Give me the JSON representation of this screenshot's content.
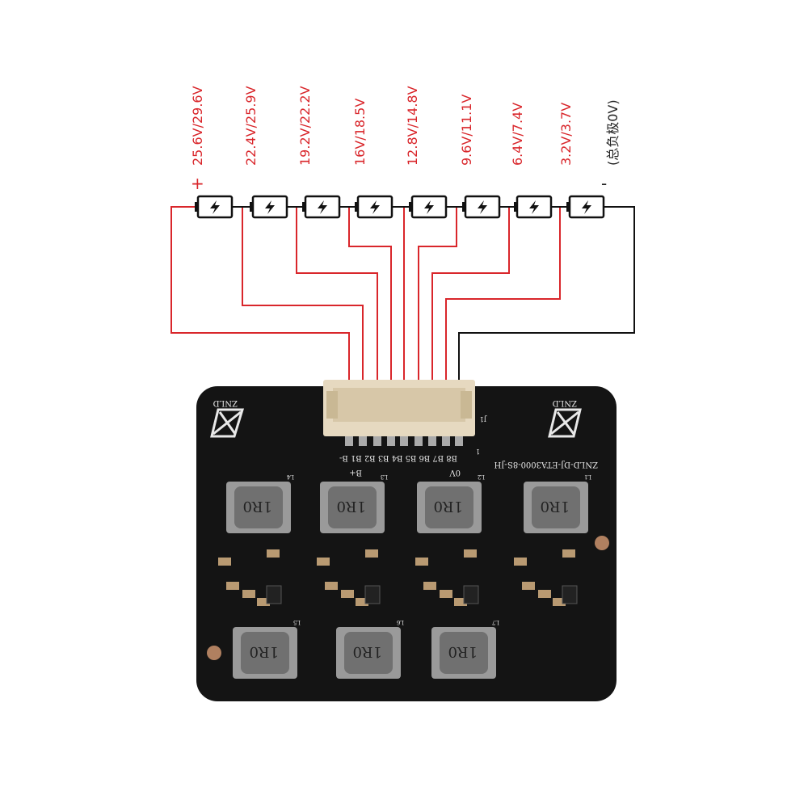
{
  "voltage_labels": [
    "25.6V/29.6V",
    "22.4V/25.9V",
    "19.2V/22.2V",
    "16V/18.5V",
    "12.8V/14.8V",
    "9.6V/11.1V",
    "6.4V/7.4V",
    "3.2V/3.7V"
  ],
  "negative_label": "(总负极0V)",
  "plus_sign": "+",
  "minus_sign": "-",
  "board": {
    "brand": "ZNLD",
    "model": "ZNLD-DJ-ETA3000-8S-JH",
    "pin_labels": "B8 B7 B6 B5 B4 B3 B2 B1 B-",
    "bplus": "B+",
    "zero_v": "0V",
    "connector_ref": "J1",
    "pin1": "1",
    "inductor_marking": "1R0",
    "inductor_refs": [
      "L4",
      "L3",
      "L2",
      "L1",
      "L5",
      "L6",
      "L7"
    ]
  },
  "colors": {
    "wire_red": "#d9262b",
    "wire_black": "#111111",
    "board": "#141414",
    "connector": "#e6d9c0"
  }
}
